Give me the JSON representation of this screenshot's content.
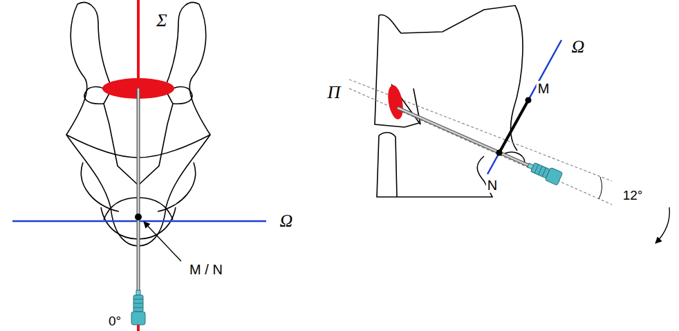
{
  "diagram": {
    "labels": [
      "Σ",
      "Ω",
      "M / N",
      "0°",
      "Π",
      "Ω",
      "M",
      "N",
      "12°"
    ]
  }
}
